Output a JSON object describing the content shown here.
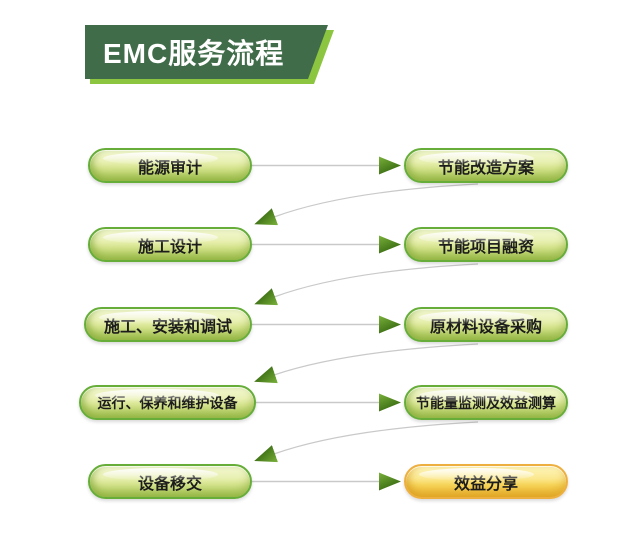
{
  "header": {
    "title": "EMC服务流程"
  },
  "flow": {
    "rows": [
      {
        "left": "能源审计",
        "right": "节能改造方案"
      },
      {
        "left": "施工设计",
        "right": "节能项目融资"
      },
      {
        "left": "施工、安装和调试",
        "right": "原材料设备采购"
      },
      {
        "left": "运行、保养和维护设备",
        "right": "节能量监测及效益测算"
      },
      {
        "left": "设备移交",
        "right": "效益分享"
      }
    ]
  },
  "icons": {
    "arrowhead": "green-triangle-arrowhead",
    "connector": "thin-gray-line"
  },
  "colors": {
    "banner_green": "#406c4a",
    "banner_accent_green": "#8cc640",
    "pill_border_green": "#66ad3a",
    "pill_fill_green": "#d8e690",
    "pill_border_gold": "#edb040",
    "pill_fill_gold": "#f9d85c",
    "arrowhead_green": "#4e8c1e",
    "connector_gray": "#c9c9c9",
    "title_text": "#ffffff",
    "step_text": "#1c1c1c"
  }
}
